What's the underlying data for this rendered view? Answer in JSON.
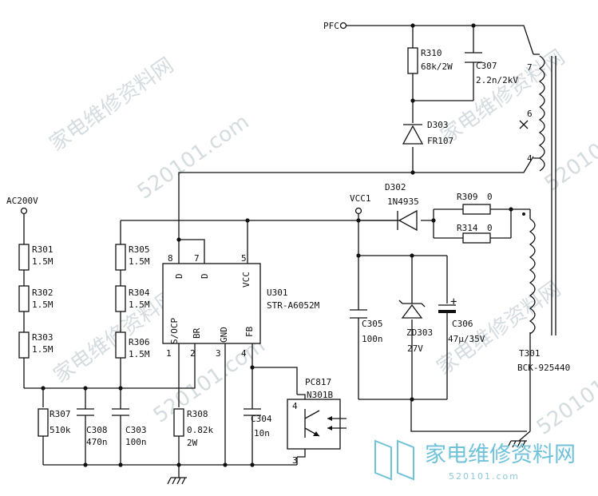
{
  "labels": {
    "pfc": "PFC",
    "ac_input": "AC200V",
    "vcc1": "VCC1",
    "r301": {
      "ref": "R301",
      "value": "1.5M"
    },
    "r302": {
      "ref": "R302",
      "value": "1.5M"
    },
    "r303": {
      "ref": "R303",
      "value": "1.5M"
    },
    "r305": {
      "ref": "R305",
      "value": "1.5M"
    },
    "r304": {
      "ref": "R304",
      "value": "1.5M"
    },
    "r306": {
      "ref": "R306",
      "value": "1.5M"
    },
    "r307": {
      "ref": "R307",
      "value": "510k"
    },
    "r308": {
      "ref": "R308",
      "value": "0.82k",
      "rating": "2W"
    },
    "r309": {
      "ref": "R309",
      "value": "0"
    },
    "r310": {
      "ref": "R310",
      "value": "68k/2W"
    },
    "r314": {
      "ref": "R314",
      "value": "0"
    },
    "c303": {
      "ref": "C303",
      "value": "100n"
    },
    "c304": {
      "ref": "C304",
      "value": "10n"
    },
    "c305": {
      "ref": "C305",
      "value": "100n"
    },
    "c306": {
      "ref": "C306",
      "value": "47μ/35V"
    },
    "c307": {
      "ref": "C307",
      "value": "2.2n/2kV"
    },
    "c308": {
      "ref": "C308",
      "value": "470n"
    },
    "d302": {
      "ref": "D302",
      "value": "1N4935"
    },
    "d303": {
      "ref": "D303",
      "value": "FR107"
    },
    "zd303": {
      "ref": "ZD303",
      "value": "27V"
    },
    "u301": {
      "ref": "U301",
      "value": "STR-A6052M"
    },
    "pc817": {
      "ref": "PC817",
      "value": "N301B"
    },
    "t301": {
      "ref": "T301",
      "value": "BCK-925440"
    },
    "c306_plus": "+"
  },
  "ic_pins": {
    "top": [
      {
        "num": "8",
        "name": "D"
      },
      {
        "num": "7",
        "name": "D"
      },
      {
        "num": "5",
        "name": "VCC"
      }
    ],
    "bottom": [
      {
        "num": "1",
        "name": "S/OCP"
      },
      {
        "num": "2",
        "name": "BR"
      },
      {
        "num": "3",
        "name": "GND"
      },
      {
        "num": "4",
        "name": "FB"
      }
    ]
  },
  "optocoupler_pins": [
    "4",
    "3"
  ],
  "transformer_pins": [
    "7",
    "6",
    "4"
  ],
  "watermark": {
    "site_cn": "家电维修资料网",
    "site_url": "520101.com",
    "logo_cn": "家电维修资料网",
    "logo_url": "520101.com"
  }
}
